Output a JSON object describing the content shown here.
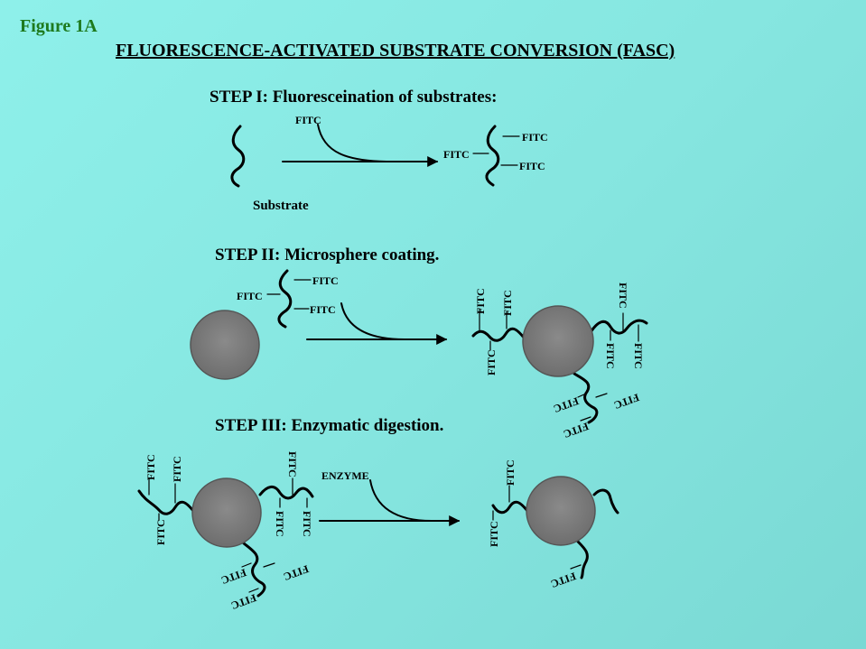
{
  "figure_label": "Figure 1A",
  "title": "FLUORESCENCE-ACTIVATED SUBSTRATE CONVERSION (FASC)",
  "colors": {
    "figure_label": "#1e7a1e",
    "text": "#000000",
    "sphere": "#808080",
    "sphere_edge": "#505050"
  },
  "step1": {
    "title": "STEP I: Fluoresceination of substrates:",
    "substrate_label": "Substrate",
    "reagent_label": "FITC",
    "product_labels": [
      "FITC",
      "FITC",
      "FITC"
    ]
  },
  "step2": {
    "title": "STEP II: Microsphere coating.",
    "reagent_labels": [
      "FITC",
      "FITC",
      "FITC"
    ],
    "product_labels": [
      "FITC",
      "FITC",
      "FITC",
      "FITC",
      "FITC",
      "FITC",
      "FITC",
      "FITC",
      "FITC"
    ]
  },
  "step3": {
    "title": "STEP III: Enzymatic digestion.",
    "enzyme_label": "ENZYME",
    "substrate_labels": [
      "FITC",
      "FITC",
      "FITC",
      "FITC",
      "FITC",
      "FITC",
      "FITC",
      "FITC",
      "FITC"
    ],
    "product_labels": [
      "FITC",
      "FITC",
      "FITC"
    ]
  }
}
